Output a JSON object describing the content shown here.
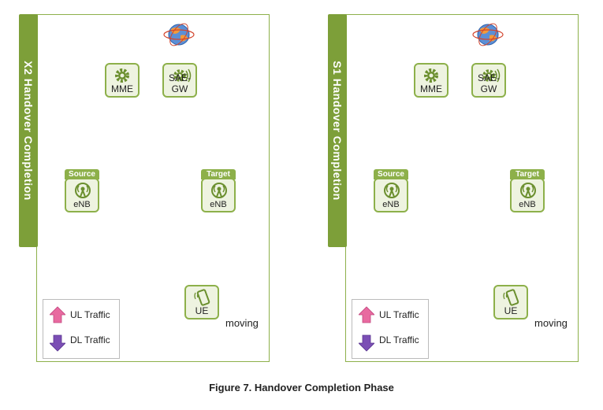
{
  "panels": [
    {
      "title": "X2 Handover Completion",
      "nodes": {
        "mme": "MME",
        "sae_gw": "SAE-GW",
        "source_tag": "Source",
        "source": "eNB",
        "target_tag": "Target",
        "target": "eNB",
        "ue": "UE"
      },
      "moving": "moving",
      "legend": {
        "ul": "UL Traffic",
        "dl": "DL Traffic"
      }
    },
    {
      "title": "S1 Handover Completion",
      "nodes": {
        "mme": "MME",
        "sae_gw": "SAE-GW",
        "source_tag": "Source",
        "source": "eNB",
        "target_tag": "Target",
        "target": "eNB",
        "ue": "UE"
      },
      "moving": "moving",
      "legend": {
        "ul": "UL Traffic",
        "dl": "DL Traffic"
      }
    }
  ],
  "caption": "Figure 7. Handover Completion Phase",
  "colors": {
    "green": "#8db04a",
    "ul": "#e86aa0",
    "dl": "#7b4fb5",
    "core_link": "#c09868",
    "radio_link": "#8aaac8",
    "moving_arrow": "#888888"
  },
  "icons": [
    "gear-icon",
    "antenna-icon",
    "phone-icon",
    "globe-icon",
    "up-arrow-icon",
    "down-arrow-icon",
    "right-arrow-icon"
  ]
}
